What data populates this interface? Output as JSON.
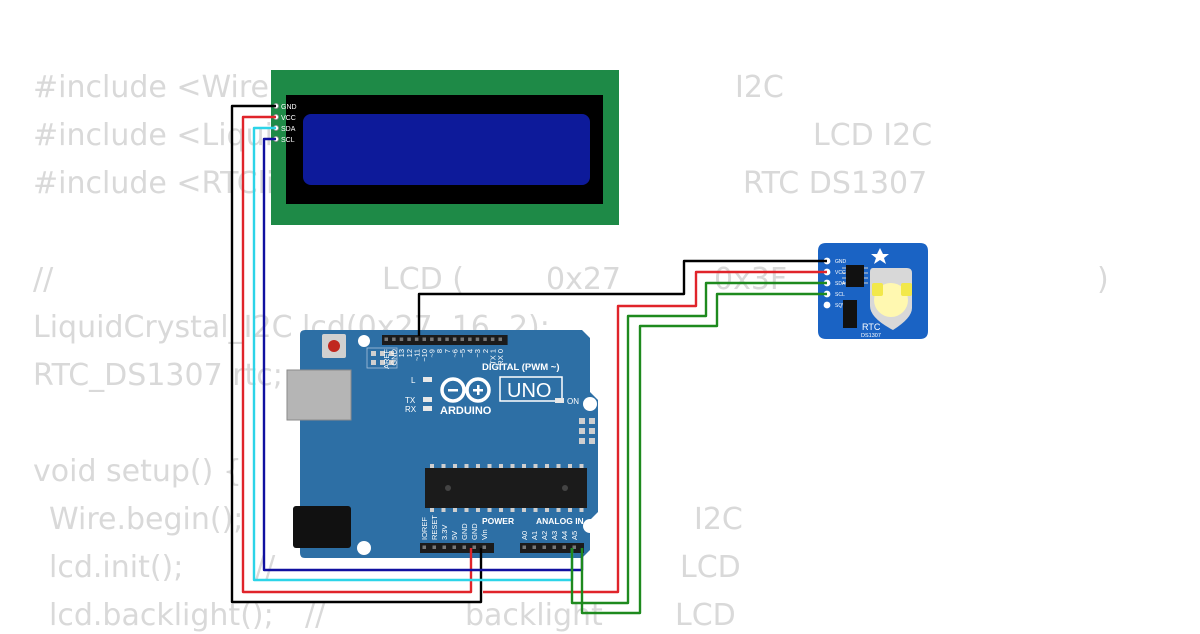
{
  "code_lines": [
    "#include <Wire.h>",
    "I2C",
    "#include <LiquidCrystal_I2C.h>",
    "LCD I2C",
    "#include <RTClib.h>",
    "RTC DS1307",
    "//",
    "LCD (",
    "0x27",
    "0x3F",
    ")",
    "LiquidCrystal_I2C lcd(0x27, 16, 2);",
    "RTC_DS1307 rtc;",
    "void setup() {",
    "Wire.begin();",
    "I2C",
    "lcd.init();",
    "//",
    "LCD",
    "lcd.backlight();",
    "//",
    "backlight",
    "LCD"
  ],
  "lcd": {
    "pins": [
      "GND",
      "VCC",
      "SDA",
      "SCL"
    ],
    "colors": {
      "pcb": "#1e8a47",
      "screen": "#0d1a9a",
      "bezel": "#000000"
    }
  },
  "arduino": {
    "logo": "ARDUINO",
    "model": "UNO",
    "digital_header": "DIGITAL (PWM ~)",
    "power_header": "POWER",
    "analog_header": "ANALOG IN",
    "digital_pins": [
      "AREF",
      "GND",
      "13",
      "12",
      "~11",
      "~10",
      "~9",
      "8",
      "7",
      "~6",
      "~5",
      "4",
      "~3",
      "2",
      "TX 1",
      "RX 0"
    ],
    "power_pins": [
      "IOREF",
      "RESET",
      "3.3V",
      "5V",
      "GND",
      "GND",
      "Vin"
    ],
    "analog_pins": [
      "A0",
      "A1",
      "A2",
      "A3",
      "A4",
      "A5"
    ],
    "leds": [
      "L",
      "TX",
      "RX",
      "ON"
    ],
    "board_color": "#2d6fa5"
  },
  "rtc": {
    "label": "RTC",
    "sublabel": "DS1307",
    "pins": [
      "GND",
      "VCC",
      "SDA",
      "SCL",
      "SQW"
    ],
    "board_color": "#1a63c4"
  },
  "wires": {
    "gnd": "#000000",
    "vcc": "#e0242a",
    "sda": "#2cd4e8",
    "scl": "#1010a0",
    "rtc_sda": "#1e8a1e",
    "rtc_scl": "#1e8a1e"
  }
}
